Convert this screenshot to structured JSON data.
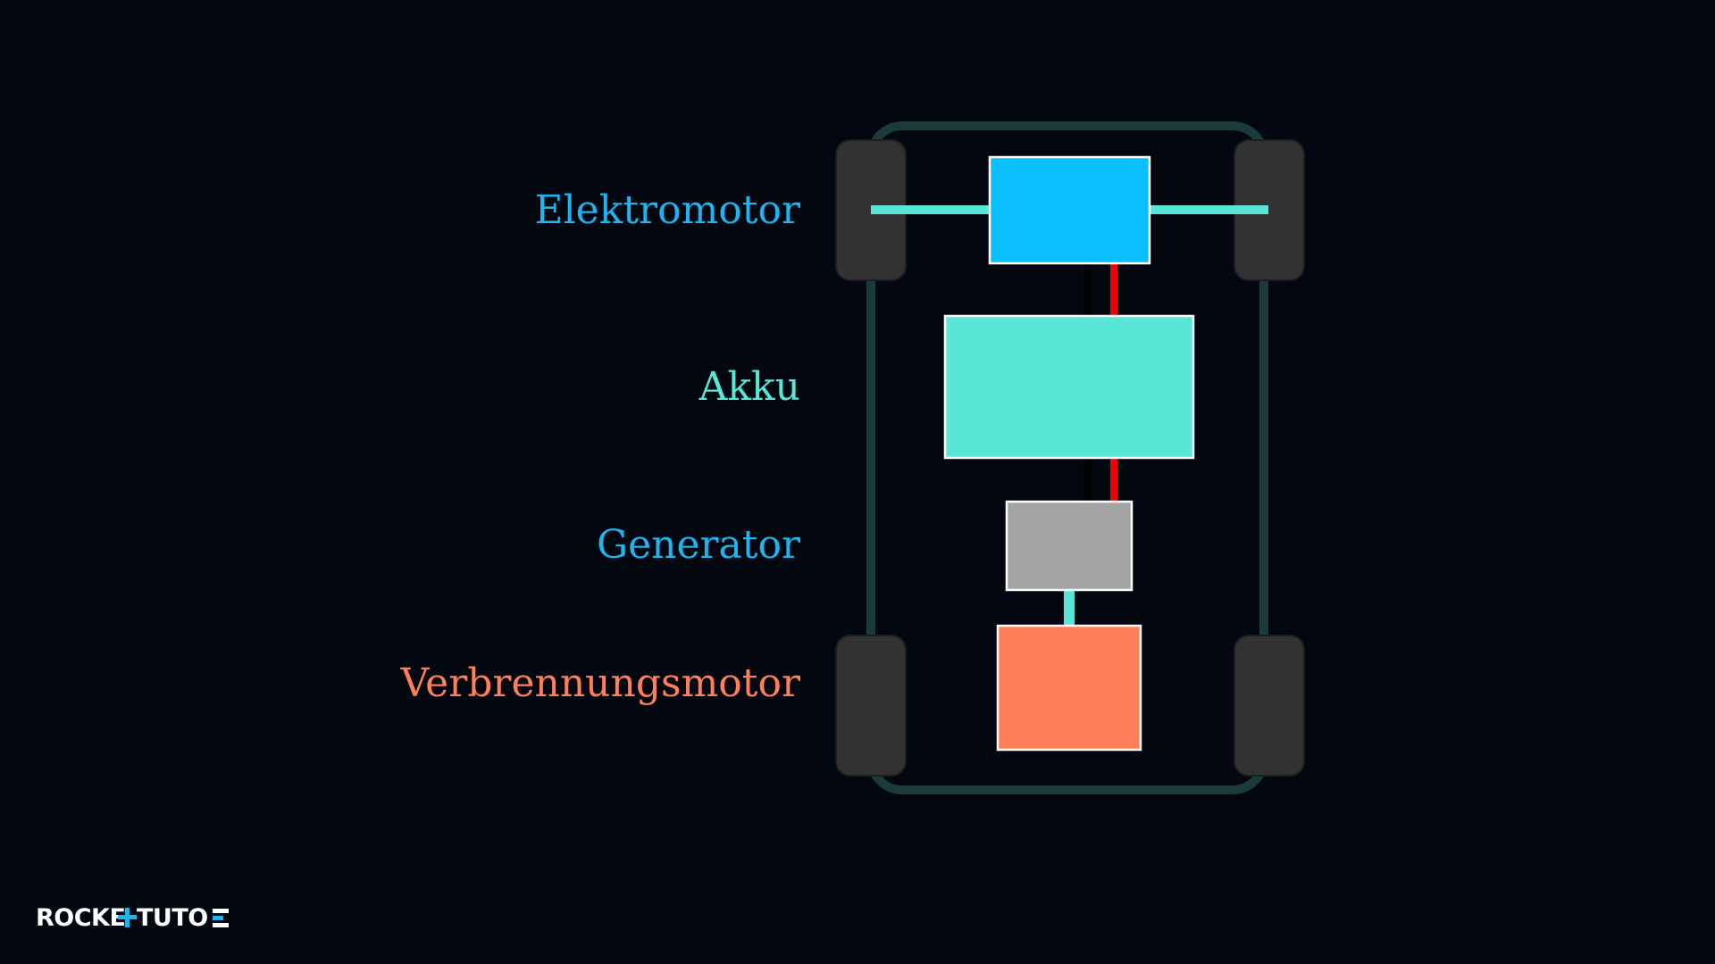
{
  "colors": {
    "background": "#030810",
    "chassis": "#1b3a3a",
    "wheel": "#323232",
    "wheel_edge": "#1e1e1e",
    "shaft": "#5ae6d6",
    "cable_red": "#ee0000",
    "cable_black": "#000000",
    "box_stroke": "#ffffff"
  },
  "components": [
    {
      "key": "elektromotor",
      "label": "Elektromotor",
      "label_color": "#1fb4ee",
      "box_color": "#0abfff"
    },
    {
      "key": "akku",
      "label": "Akku",
      "label_color": "#5ae6d6",
      "box_color": "#5ae6d6"
    },
    {
      "key": "generator",
      "label": "Generator",
      "label_color": "#1fb4ee",
      "box_color": "#a4a4a4"
    },
    {
      "key": "verbrennungsmotor",
      "label": "Verbrennungsmotor",
      "label_color": "#ff7f5a",
      "box_color": "#ff7f5a"
    }
  ],
  "logo": {
    "text_left": "ROCKE",
    "text_right": "TUTO",
    "icon": "plus-and-arrow-logo-glyphs"
  }
}
